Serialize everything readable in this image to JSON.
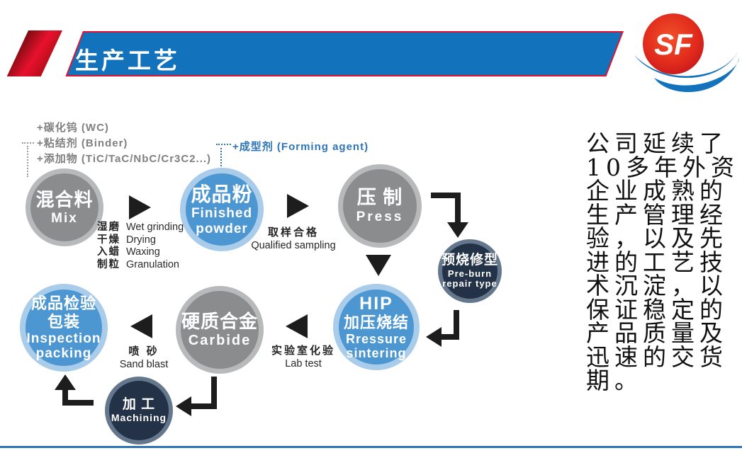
{
  "header": {
    "title": "生产工艺"
  },
  "logo": {
    "text": "SF"
  },
  "annotations": {
    "wc": "+碳化钨 (WC)",
    "binder": "+粘结剂 (Binder)",
    "additive": "+添加物 (TiC/TaC/NbC/Cr3C2...)",
    "forming": "+成型剂 (Forming agent)"
  },
  "flow": {
    "circles": [
      {
        "zh": "混合料",
        "en": "Mix"
      },
      {
        "zh": "成品粉",
        "en": "Finished",
        "en2": "powder"
      },
      {
        "zh": "压 制",
        "en": "Press"
      },
      {
        "zh": "预烧修型",
        "en": "Pre-burn",
        "en2": "repair type"
      },
      {
        "top": "HIP",
        "zh": "加压烧结",
        "en": "Rressure",
        "en2": "sintering"
      },
      {
        "zh": "硬质合金",
        "en": "Carbide"
      },
      {
        "zh": "成品检验",
        "zh2": "包装",
        "en": "Inspection",
        "en2": "packing"
      },
      {
        "zh": "加 工",
        "en": "Machining"
      }
    ],
    "labels": {
      "mix_steps": [
        {
          "zh": "湿磨",
          "en": "Wet grinding"
        },
        {
          "zh": "干燥",
          "en": "Drying"
        },
        {
          "zh": "入蜡",
          "en": "Waxing"
        },
        {
          "zh": "制粒",
          "en": "Granulation"
        }
      ],
      "sampling": {
        "zh": "取样合格",
        "en": "Qualified sampling"
      },
      "lab": {
        "zh": "实验室化验",
        "en": "Lab test"
      },
      "blast": {
        "zh": "喷 砂",
        "en": "Sand blast"
      }
    }
  },
  "sidebar_text": "公司延续了10多年外资企业成熟的生产管理经验，以及先进的工艺技术沉淀，以保证稳定的产品质量及迅速的交货期。",
  "colors": {
    "banner_blue": "#1272BC",
    "accent_red": "#E8112D",
    "circle_gray": "#8A8C8E",
    "circle_blue": "#4C96D2",
    "circle_navy": "#243247",
    "arrow_black": "#1D1D1D",
    "annotation_gray": "#808080",
    "annotation_blue": "#2E75B6"
  }
}
